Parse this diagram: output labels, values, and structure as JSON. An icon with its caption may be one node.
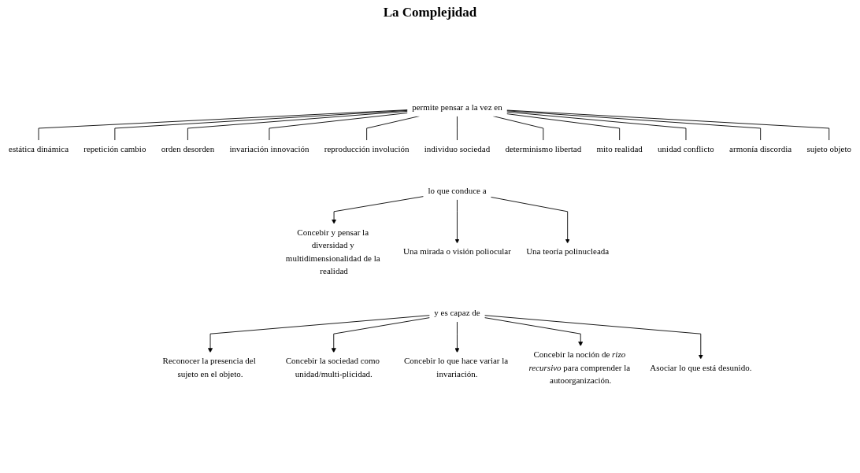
{
  "diagram": {
    "title": "La Complejidad",
    "nodes": [
      {
        "text": [
          "permite pensar a la vez en"
        ]
      },
      {
        "text": [
          "estática dinámica"
        ]
      },
      {
        "text": [
          "repetición cambio"
        ]
      },
      {
        "text": [
          "orden desorden"
        ]
      },
      {
        "text": [
          "invariación innovación"
        ]
      },
      {
        "text": [
          "reproducción involución"
        ]
      },
      {
        "text": [
          "individuo sociedad"
        ]
      },
      {
        "text": [
          "determinismo libertad"
        ]
      },
      {
        "text": [
          "mito realidad"
        ]
      },
      {
        "text": [
          "unidad conflicto"
        ]
      },
      {
        "text": [
          "armonía discordia"
        ]
      },
      {
        "text": [
          "sujeto objeto"
        ]
      },
      {
        "text": [
          "lo que conduce a"
        ]
      },
      {
        "text": [
          "Concebir y pensar la diversidad y multidimensionalidad de la realidad"
        ]
      },
      {
        "text": [
          "Una mirada o visión poliocular"
        ]
      },
      {
        "text": [
          "Una teoría polinucleada"
        ]
      },
      {
        "text": [
          "y es capaz de"
        ]
      },
      {
        "text": [
          "Reconocer la presencia del sujeto en el objeto."
        ]
      },
      {
        "text": [
          "Concebir la sociedad como unidad/multi-plicidad."
        ]
      },
      {
        "text": [
          "Concebir lo que hace variar la invariación."
        ]
      },
      {
        "text": [
          "Concebir la noción de *rizo recursivo* para comprender la autoorganización."
        ]
      },
      {
        "text": [
          "Asociar lo que está desunido."
        ]
      }
    ],
    "edges": [
      {
        "from": 0,
        "to": 1,
        "arrow": "none"
      },
      {
        "from": 0,
        "to": 2,
        "arrow": "none"
      },
      {
        "from": 0,
        "to": 3,
        "arrow": "none"
      },
      {
        "from": 0,
        "to": 4,
        "arrow": "none"
      },
      {
        "from": 0,
        "to": 5,
        "arrow": "none"
      },
      {
        "from": 0,
        "to": 6,
        "arrow": "none"
      },
      {
        "from": 0,
        "to": 7,
        "arrow": "none"
      },
      {
        "from": 0,
        "to": 8,
        "arrow": "none"
      },
      {
        "from": 0,
        "to": 9,
        "arrow": "none"
      },
      {
        "from": 0,
        "to": 10,
        "arrow": "none"
      },
      {
        "from": 0,
        "to": 11,
        "arrow": "none"
      },
      {
        "from": 12,
        "to": 13,
        "arrow": "to"
      },
      {
        "from": 12,
        "to": 14,
        "arrow": "to"
      },
      {
        "from": 12,
        "to": 15,
        "arrow": "to"
      },
      {
        "from": 16,
        "to": 17,
        "arrow": "to"
      },
      {
        "from": 16,
        "to": 18,
        "arrow": "to"
      },
      {
        "from": 16,
        "to": 19,
        "arrow": "to"
      },
      {
        "from": 16,
        "to": 20,
        "arrow": "to"
      },
      {
        "from": 16,
        "to": 21,
        "arrow": "to"
      }
    ]
  }
}
